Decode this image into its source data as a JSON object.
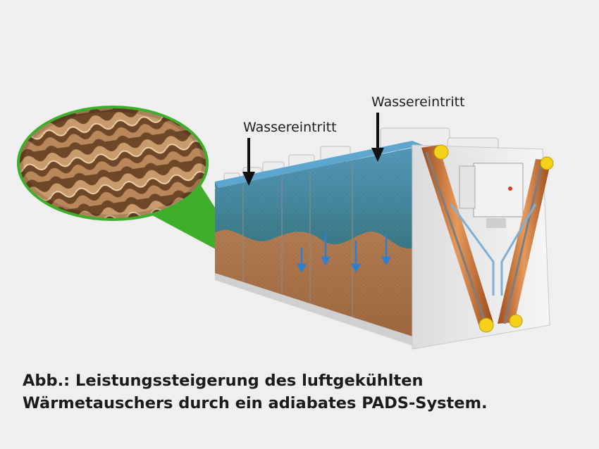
{
  "labels": {
    "water_inlet_left": "Wassereintritt",
    "water_inlet_right": "Wassereintritt"
  },
  "caption": {
    "line1": "Abb.: Leistungssteigerung des luftgekühlten",
    "line2": "Wärmetauschers durch ein adiabates PADS-System."
  },
  "colors": {
    "background": "#efefef",
    "magnifier_ring": "#3fae2a",
    "water_blue": "#3f8fb8",
    "pad_brown": "#b07a52",
    "connector_yellow": "#f4d21a",
    "arrow_down_blue": "#2f7fd0"
  }
}
